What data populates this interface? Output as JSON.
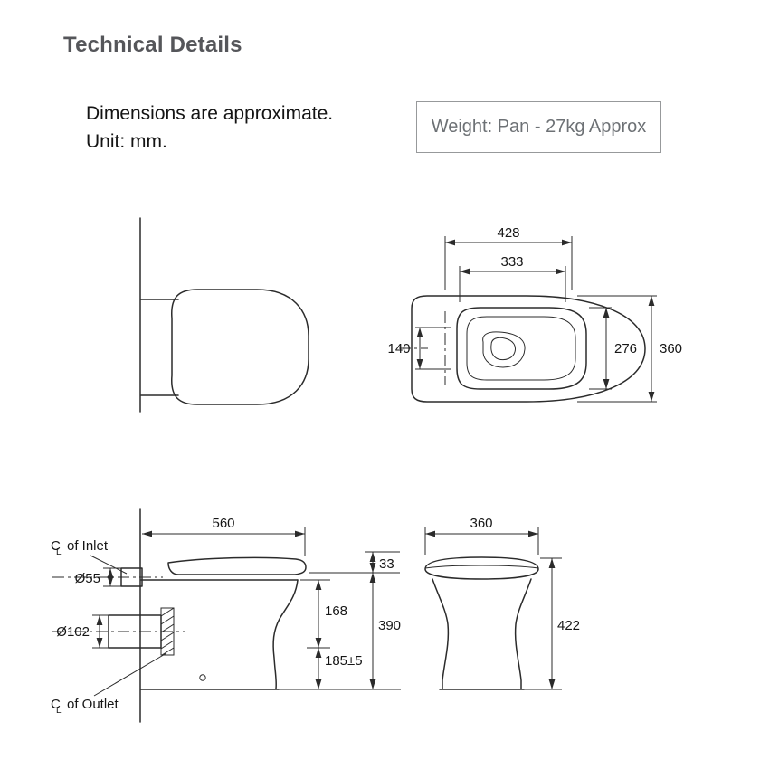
{
  "header": {
    "title": "Technical Details",
    "note_line1": "Dimensions are approximate.",
    "note_line2": "Unit: mm.",
    "weight_note": "Weight: Pan - 27kg Approx"
  },
  "top_view": {
    "dim_428": "428",
    "dim_333": "333",
    "dim_140": "140",
    "dim_276": "276",
    "dim_360": "360"
  },
  "side_view": {
    "dim_560": "560",
    "dim_33": "33",
    "dim_168": "168",
    "dim_390": "390",
    "dim_185": "185±5",
    "dia_inlet": "Ø55",
    "dia_outlet": "Ø102",
    "cl_c": "C",
    "cl_l": "L",
    "inlet_label": "of Inlet",
    "outlet_label": "of Outlet"
  },
  "front_view": {
    "dim_360": "360",
    "dim_422": "422"
  }
}
